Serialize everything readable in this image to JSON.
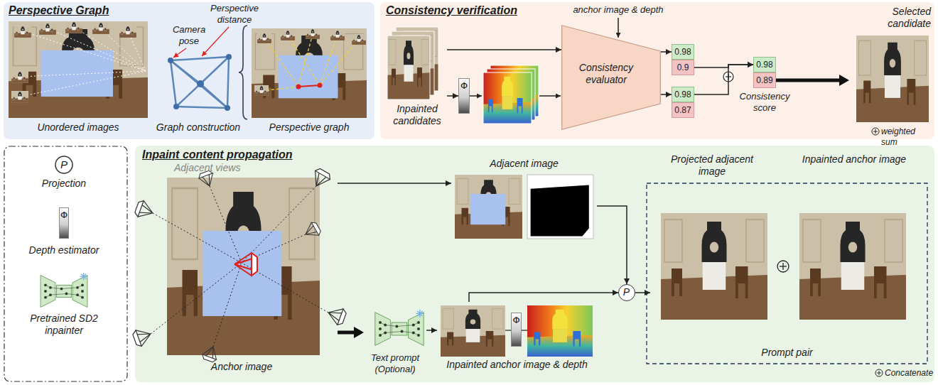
{
  "diagram": {
    "nodes": [
      {
        "text": [
          "Perspective Graph"
        ]
      },
      {
        "text": [
          "Unordered images"
        ],
        "in": 0
      },
      {
        "text": [
          "Graph construction"
        ],
        "in": 0
      },
      {
        "text": [
          "Perspective graph"
        ],
        "in": 0
      },
      {
        "text": [
          "Consistency verification"
        ]
      },
      {
        "text": [
          "Inpainted candidates"
        ],
        "in": 4
      },
      {
        "text": [
          "Φ"
        ],
        "in": 4
      },
      {
        "text": [
          "Consistency evaluator"
        ],
        "in": 4
      },
      {
        "text": [
          "0.98"
        ],
        "in": 4
      },
      {
        "text": [
          "0.9"
        ],
        "in": 4
      },
      {
        "text": [
          "0.98"
        ],
        "in": 4
      },
      {
        "text": [
          "0.87"
        ],
        "in": 4
      },
      {
        "text": [
          "0.98"
        ],
        "in": 4
      },
      {
        "text": [
          "0.89"
        ],
        "in": 4
      },
      {
        "text": [
          "Selected candidate"
        ],
        "in": 4
      },
      {
        "text": [
          "P",
          "Projection"
        ]
      },
      {
        "text": [
          "Φ",
          "Depth estimator"
        ]
      },
      {
        "text": [
          "Pretrained SD2 inpainter"
        ]
      },
      {
        "text": [
          "Inpaint content propagation"
        ]
      },
      {
        "text": [
          "Adjacent views",
          "Anchor image"
        ],
        "in": 18
      },
      {
        "text": [
          "Text prompt (Optional)"
        ],
        "in": 18
      },
      {
        "text": [
          "Inpainted anchor image & depth"
        ],
        "in": 18
      },
      {
        "text": [
          "Φ"
        ],
        "in": 21
      },
      {
        "text": [
          "Adjacent image"
        ],
        "in": 18
      },
      {
        "text": [
          "P"
        ],
        "in": 18
      },
      {
        "text": [
          "Prompt pair"
        ],
        "in": 18
      },
      {
        "text": [
          "Projected adjacent image"
        ],
        "in": 25
      },
      {
        "text": [
          "Inpainted anchor image"
        ],
        "in": 25
      }
    ],
    "edges": [
      {
        "from": 5,
        "to": 7,
        "arrow": "to"
      },
      {
        "from": 5,
        "to": 6,
        "arrow": "to"
      },
      {
        "from": 7,
        "to": 8,
        "arrow": "to"
      },
      {
        "from": 7,
        "to": 10,
        "arrow": "to"
      },
      {
        "from": 9,
        "to": 12,
        "arrow": "to"
      },
      {
        "from": 10,
        "to": 12,
        "arrow": "to"
      },
      {
        "from": 13,
        "to": 14,
        "arrow": "to"
      },
      {
        "from": 19,
        "to": 20,
        "arrow": "to"
      },
      {
        "from": 20,
        "to": 21,
        "arrow": "to"
      },
      {
        "from": 19,
        "to": 23,
        "arrow": "to"
      },
      {
        "from": 23,
        "to": 24,
        "arrow": "to"
      },
      {
        "from": 21,
        "to": 24,
        "arrow": "to"
      },
      {
        "from": 24,
        "to": 26,
        "arrow": "to"
      }
    ],
    "labels": [
      "Camera pose",
      "Perspective distance",
      "anchor image & depth",
      "Consistency score",
      "weighted sum",
      "Concatenate"
    ]
  }
}
